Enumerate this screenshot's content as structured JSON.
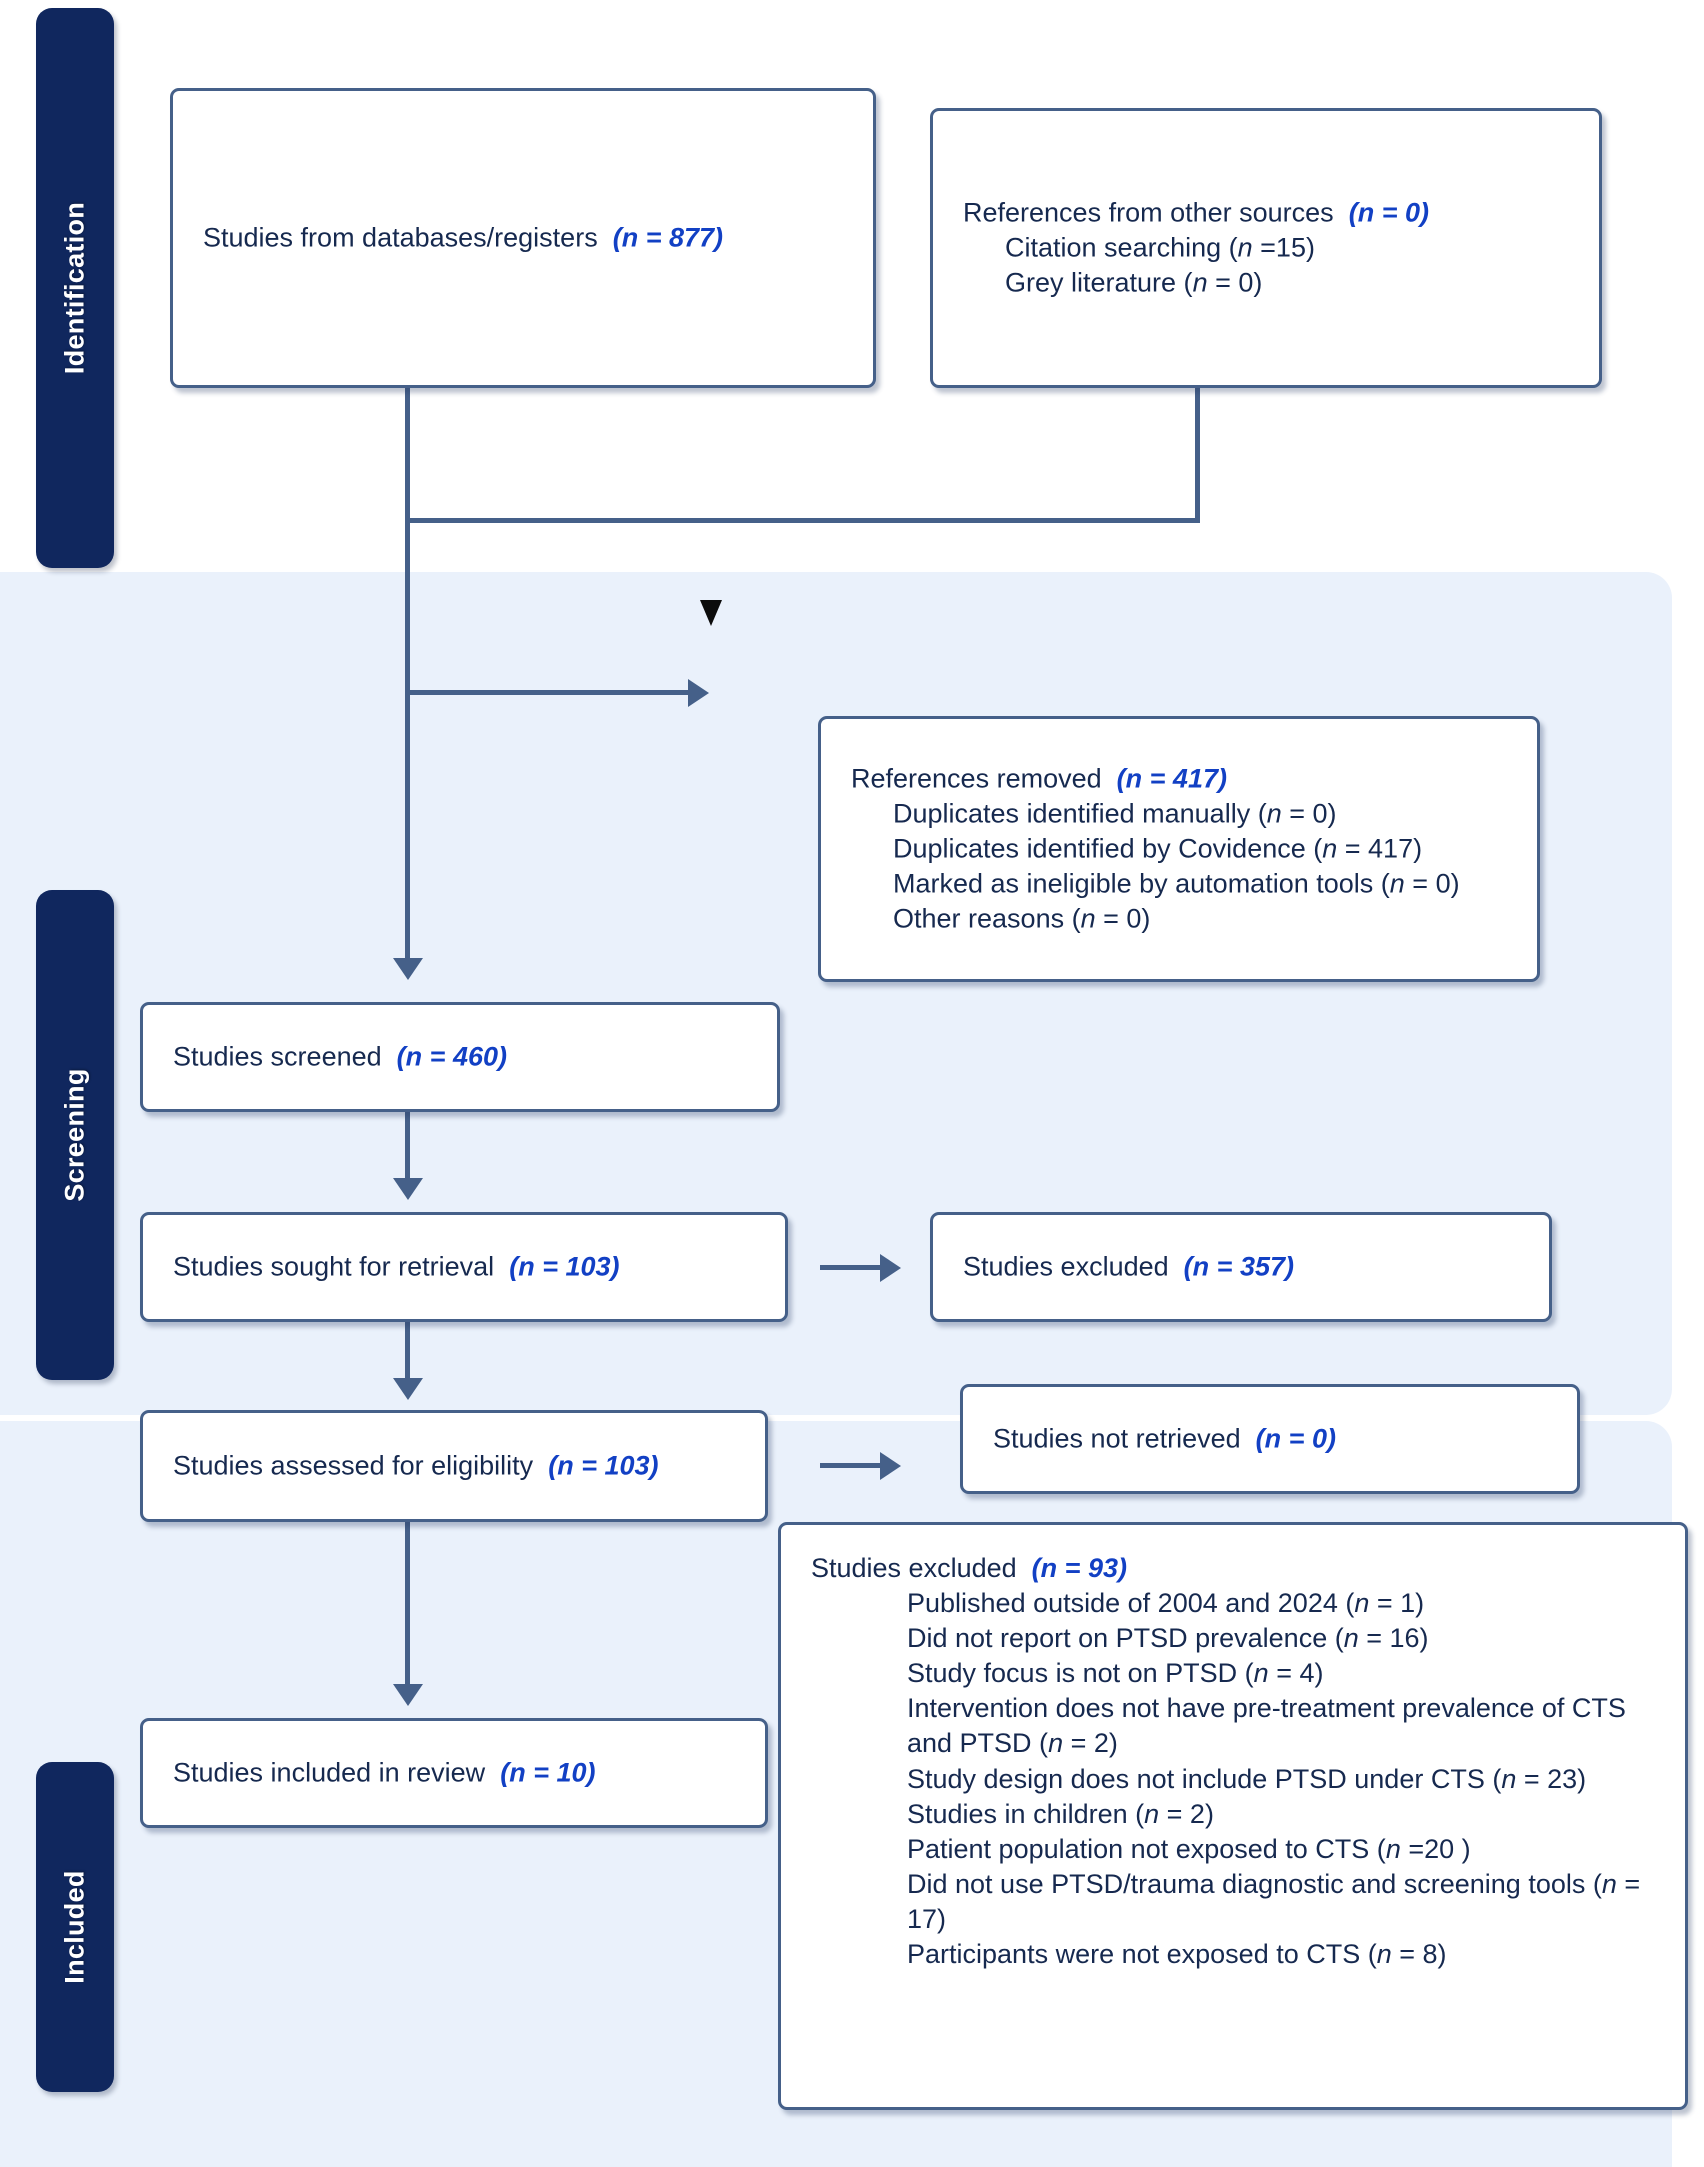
{
  "diagram": {
    "type": "prisma-flow-diagram",
    "stages": [
      {
        "key": "identification",
        "label": "Identification"
      },
      {
        "key": "screening",
        "label": "Screening"
      },
      {
        "key": "included",
        "label": "Included"
      }
    ],
    "boxes": {
      "databases": {
        "title": "Studies from databases/registers",
        "count": "(n = 877)",
        "sub_items": []
      },
      "other_sources": {
        "title": "References from other sources",
        "count": "(n = 0)",
        "sub_items": [
          "Citation searching (n =15)",
          "Grey literature (n = 0)"
        ]
      },
      "references_removed": {
        "title": "References removed",
        "count": "(n = 417)",
        "sub_items": [
          "Duplicates identified manually (n = 0)",
          "Duplicates identified by Covidence (n = 417)",
          "Marked as ineligible by automation tools (n = 0)",
          "Other reasons (n = 0)"
        ]
      },
      "studies_screened": {
        "title": "Studies screened",
        "count": "(n = 460)"
      },
      "studies_sought": {
        "title": "Studies sought for retrieval",
        "count": "(n = 103)"
      },
      "studies_excluded_357": {
        "title": "Studies excluded",
        "count": "(n = 357)"
      },
      "studies_assessed": {
        "title": "Studies assessed for eligibility",
        "count": "(n = 103)"
      },
      "studies_not_retrieved": {
        "title": "Studies not retrieved",
        "count": "(n = 0)"
      },
      "studies_included": {
        "title": "Studies included in review",
        "count": "(n = 10)"
      },
      "studies_excluded_93": {
        "title": "Studies excluded",
        "count": "(n = 93)",
        "sub_items": [
          "Published outside of 2004 and 2024 (n = 1)",
          "Did not report on PTSD prevalence (n = 16)",
          "Study focus is not on PTSD (n = 4)",
          "Intervention does not have pre-treatment prevalence of CTS and PTSD (n = 2)",
          "Study design does not include PTSD under CTS (n = 23)",
          "Studies in children (n = 2)",
          "Patient population not exposed to CTS  (n =20 )",
          "Did not use PTSD/trauma diagnostic and screening tools (n = 17)",
          "Participants were not exposed to CTS (n = 8)"
        ]
      }
    },
    "colors": {
      "rail": "#10275e",
      "band": "#eaf1fb",
      "box_border": "#456089",
      "text": "#16294f",
      "accent_count": "#1240c4"
    }
  }
}
